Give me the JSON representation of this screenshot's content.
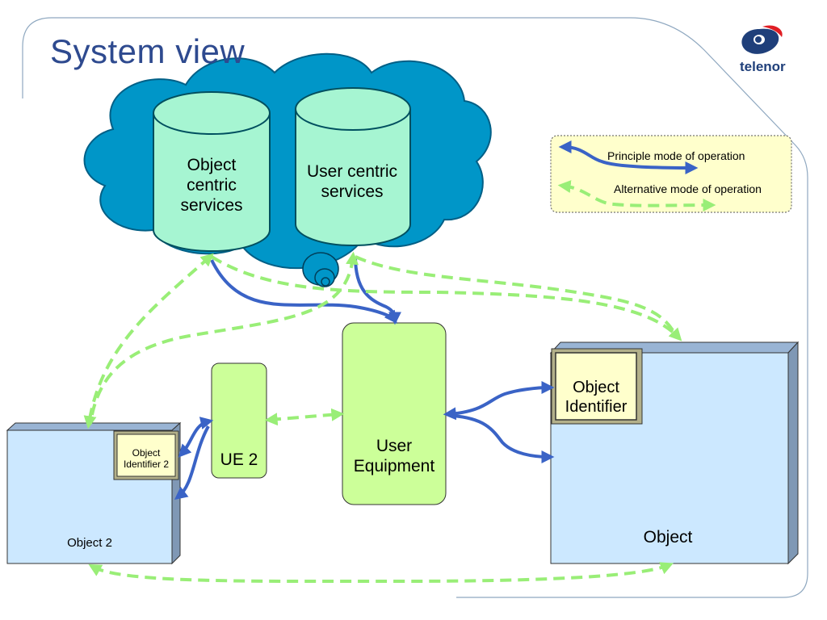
{
  "slide": {
    "title": "System view",
    "logo": "telenor",
    "colors": {
      "title": "#2e4a8f",
      "cloud": "#0096c8",
      "cylinder": "#a6f5d2",
      "device": "#ccff99",
      "object_box": "#cce8ff",
      "identifier": "#ffffcc",
      "principle_arrow": "#3a63c6",
      "alternative_arrow": "#99ee77"
    }
  },
  "cloud": {
    "services": [
      {
        "id": "object-centric",
        "label": "Object centric services"
      },
      {
        "id": "user-centric",
        "label": "User centric services"
      }
    ]
  },
  "nodes": {
    "user_equipment": "User Equipment",
    "ue2": "UE 2",
    "object": "Object",
    "object_identifier": "Object Identifier",
    "object2": "Object 2",
    "object_identifier2": "Object Identifier 2"
  },
  "legend": {
    "principle": "Principle mode of operation",
    "alternative": "Alternative mode of operation"
  }
}
